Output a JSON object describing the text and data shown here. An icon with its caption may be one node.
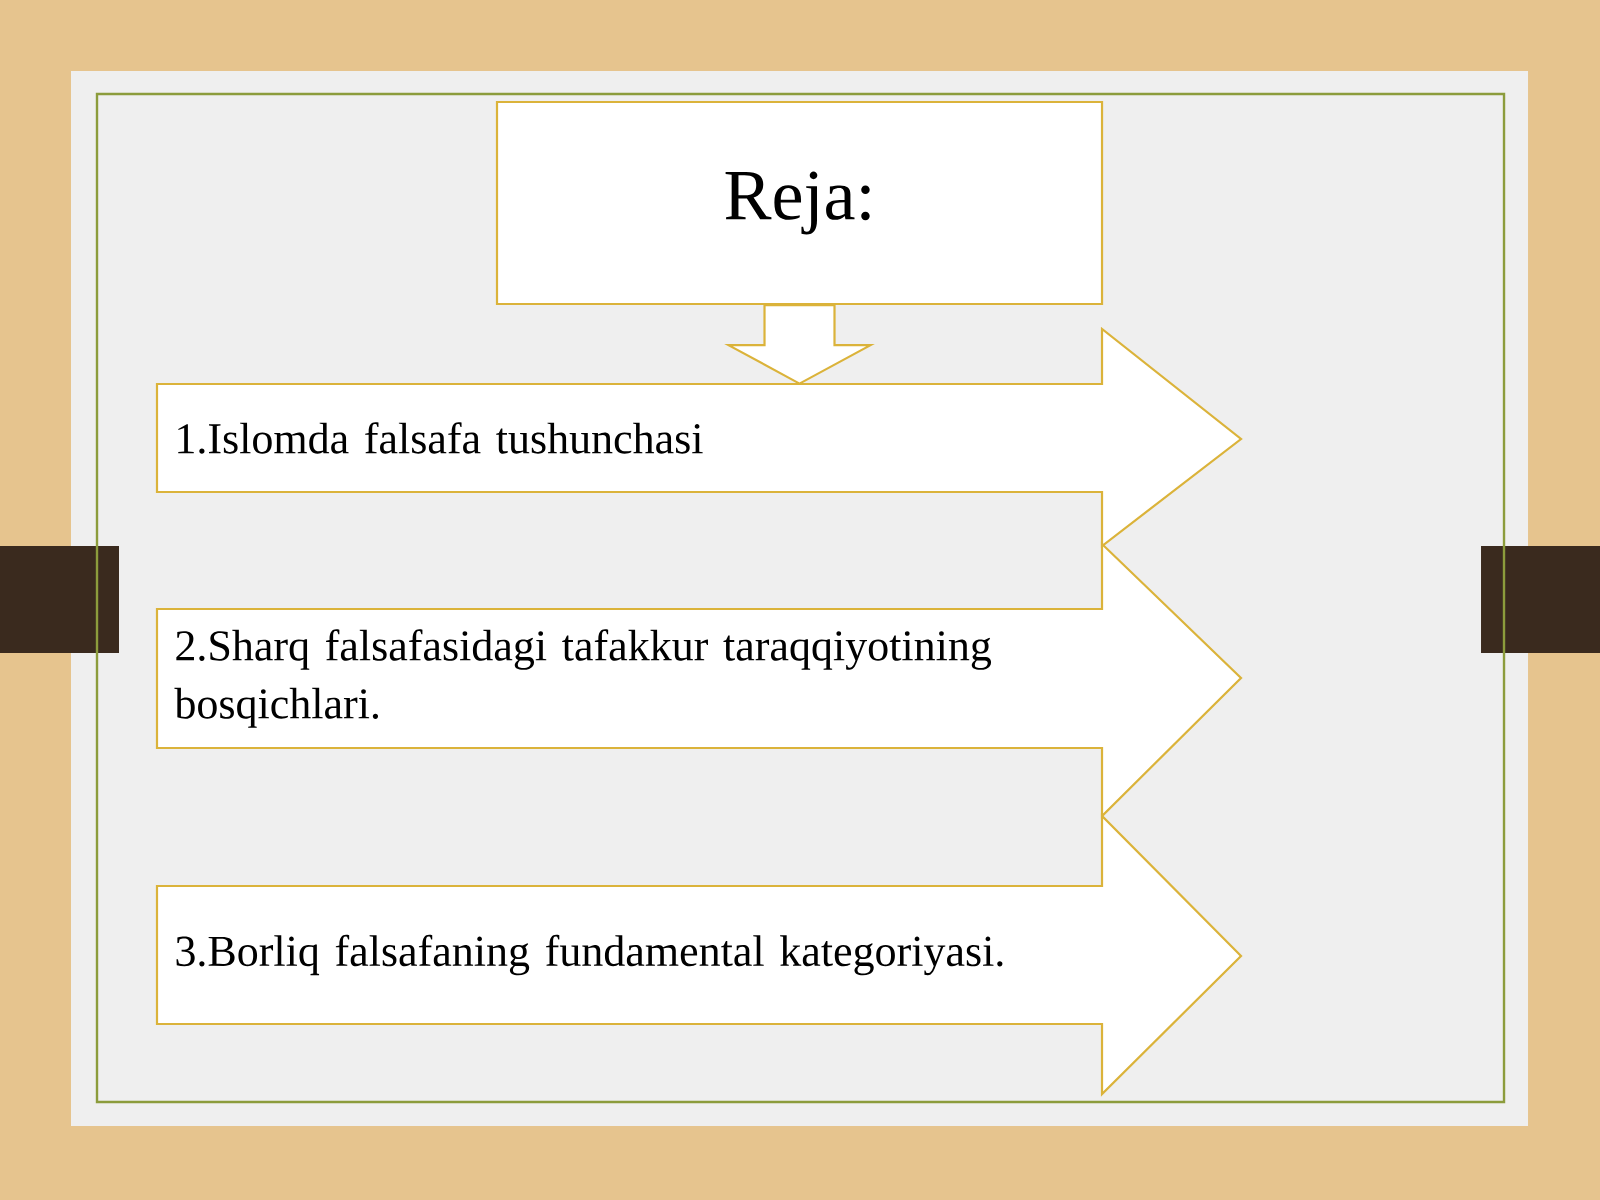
{
  "diagram": {
    "nodes": [
      {
        "text": [
          "Reja:"
        ]
      },
      {
        "text": [
          "1.Islomda falsafa tushunchasi"
        ]
      },
      {
        "text": [
          "2.Sharq falsafasidagi tafakkur taraqqiyotining bosqichlari."
        ]
      },
      {
        "text": [
          "3.Borliq falsafaning fundamental kategoriyasi."
        ]
      }
    ],
    "edges": [
      {
        "from": 0,
        "to": 1,
        "arrow": "to"
      }
    ]
  }
}
